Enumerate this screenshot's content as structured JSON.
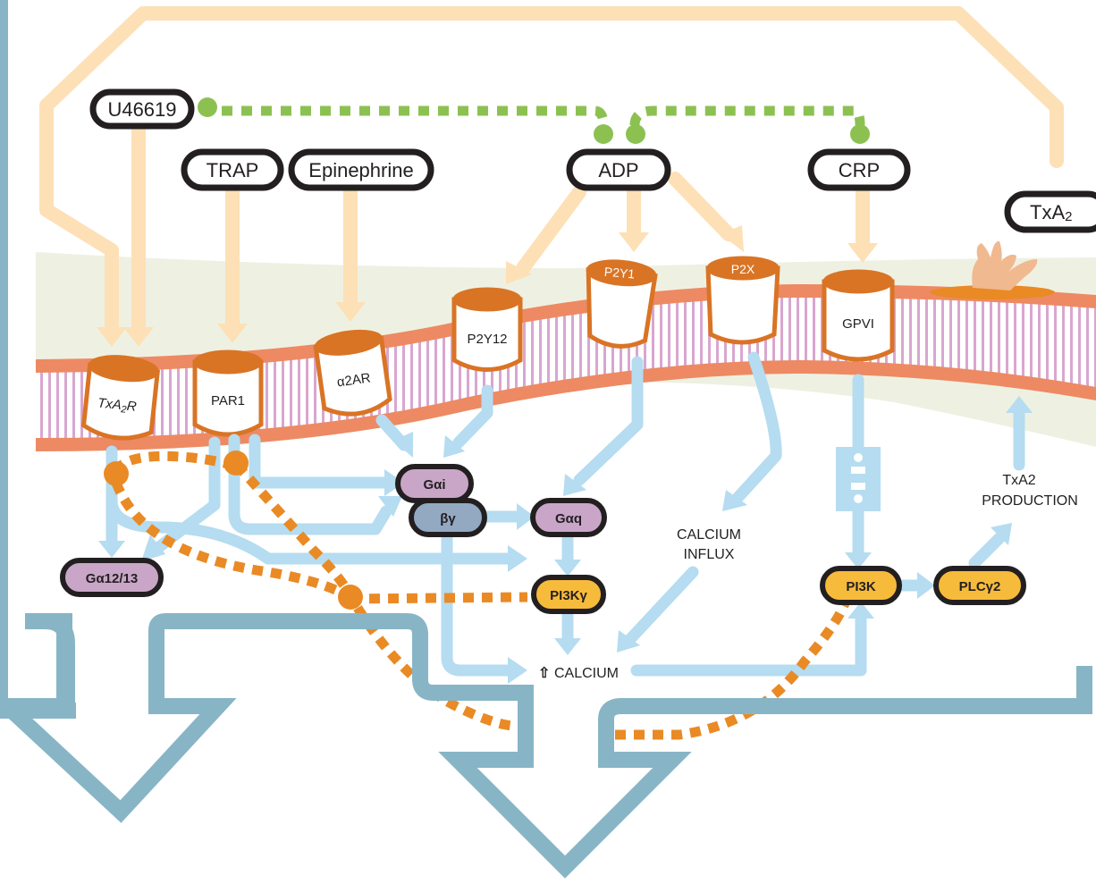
{
  "ligands": {
    "u46619": "U46619",
    "trap": "TRAP",
    "epinephrine": "Epinephrine",
    "adp": "ADP",
    "crp": "CRP",
    "txa2_main": "TxA",
    "txa2_sub": "2"
  },
  "receptors": {
    "txa2r_main": "TxA",
    "txa2r_sub": "2",
    "txa2r_end": "R",
    "par1": "PAR1",
    "a2ar": "α2AR",
    "p2y12": "P2Y12",
    "p2y1": "P2Y1",
    "p2x": "P2X",
    "gpvi": "GPVI"
  },
  "nodes": {
    "gai": "Gαi",
    "bg": "βγ",
    "gaq": "Gαq",
    "g1213": "Gα12/13",
    "pi3kg": "PI3Kγ",
    "pi3k": "PI3K",
    "plcg2": "PLCγ2"
  },
  "labels": {
    "calcium_influx_1": "CALCIUM",
    "calcium_influx_2": "INFLUX",
    "calcium_arrow": "⇧",
    "calcium": "CALCIUM",
    "txa2_prod_1": "TxA2",
    "txa2_prod_2": "PRODUCTION"
  },
  "colors": {
    "tan_arrow": "#fde0b6",
    "blue_arrow": "#b5dcf0",
    "orange_receptor": "#d97425",
    "membrane_orange": "#ed8a63",
    "membrane_stripe": "#d9a6cf",
    "green_dots": "#8cc152",
    "orange_dots": "#e98a25",
    "teal_arrows": "#87b5c6",
    "purple_node": "#c9a6c8",
    "gray_blue_node": "#93a9c2",
    "yellow_node": "#f7bb3b"
  }
}
